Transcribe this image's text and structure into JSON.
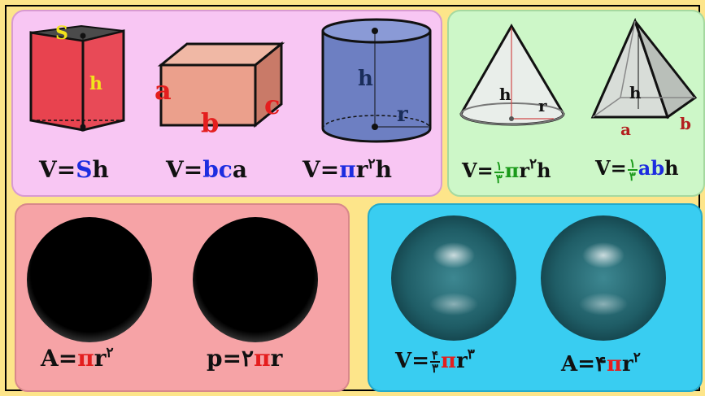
{
  "prisms_panel": {
    "prism": {
      "label_base": "S",
      "label_height": "h"
    },
    "box": {
      "label_a": "a",
      "label_b": "b",
      "label_c": "c"
    },
    "cylinder": {
      "label_height": "h",
      "label_radius": "r"
    },
    "formulas": {
      "prism": {
        "v": "V",
        "eq": "=",
        "s": "S",
        "h": "h"
      },
      "box": {
        "v": "V",
        "eq": "=",
        "bc": "bc",
        "a": "a"
      },
      "cylinder": {
        "v": "V",
        "eq": "=",
        "pi": "π",
        "r": "r",
        "exp": "۲",
        "h": "h"
      }
    }
  },
  "cones_panel": {
    "cone": {
      "label_height": "h",
      "label_radius": "r"
    },
    "pyramid": {
      "label_height": "h",
      "label_a": "a",
      "label_b": "b"
    },
    "formulas": {
      "cone": {
        "v": "V",
        "eq": "=",
        "num": "۱",
        "den": "۳",
        "pi": "π",
        "r": "r",
        "exp": "۲",
        "h": "h"
      },
      "pyramid": {
        "v": "V",
        "eq": "=",
        "num": "۱",
        "den": "۳",
        "ab": "ab",
        "h": "h"
      }
    }
  },
  "circles_panel": {
    "formulas": {
      "area": {
        "a": "A",
        "eq": "=",
        "pi": "π",
        "r": "r",
        "exp": "۲"
      },
      "perimeter": {
        "p": "p",
        "eq": "=",
        "two": "۲",
        "pi": "π",
        "r": "r"
      }
    }
  },
  "spheres_panel": {
    "formulas": {
      "volume": {
        "v": "V",
        "eq": "=",
        "num": "۴",
        "den": "۳",
        "pi": "π",
        "r": "r",
        "exp": "۳"
      },
      "area": {
        "a": "A",
        "eq": "=",
        "four": "۴",
        "pi": "π",
        "r": "r",
        "exp": "۲"
      }
    }
  },
  "colors": {
    "background": "#fde58a",
    "prisms_panel": "#f8c6f3",
    "cones_panel": "#cdf7c8",
    "circles_panel": "#f6a3a6",
    "spheres_panel": "#39cdf1",
    "accent_blue": "#1d2de0",
    "accent_red": "#e41e1e",
    "accent_green": "#1a9a1a"
  }
}
